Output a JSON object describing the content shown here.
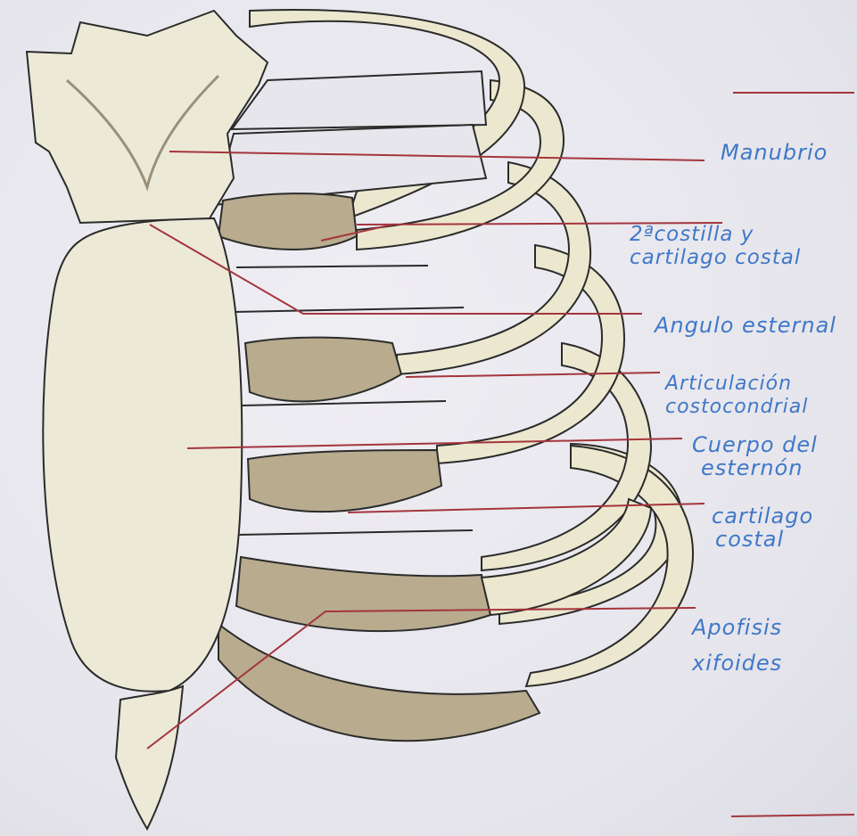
{
  "labels": {
    "manubrio": "Manubrio",
    "segunda_costilla_line1": "2ªcostilla y",
    "segunda_costilla_line2": "cartilago costal",
    "angulo_esternal": "Angulo esternal",
    "articulacion_line1": "Articulación",
    "articulacion_line2": "costocondrial",
    "cuerpo_line1": "Cuerpo del",
    "cuerpo_line2": "esternón",
    "cartilago_line1": "cartilago",
    "cartilago_line2": "costal",
    "apofisis_line1": "Apofisis",
    "apofisis_line2": "xifoides"
  },
  "colors": {
    "label_ink": "#3f78c8",
    "leader_ink": "#a4353d",
    "bone_fill": "#ecead7",
    "cartilage_fill": "#b8ab8e",
    "paper": "#e9e8ee"
  }
}
